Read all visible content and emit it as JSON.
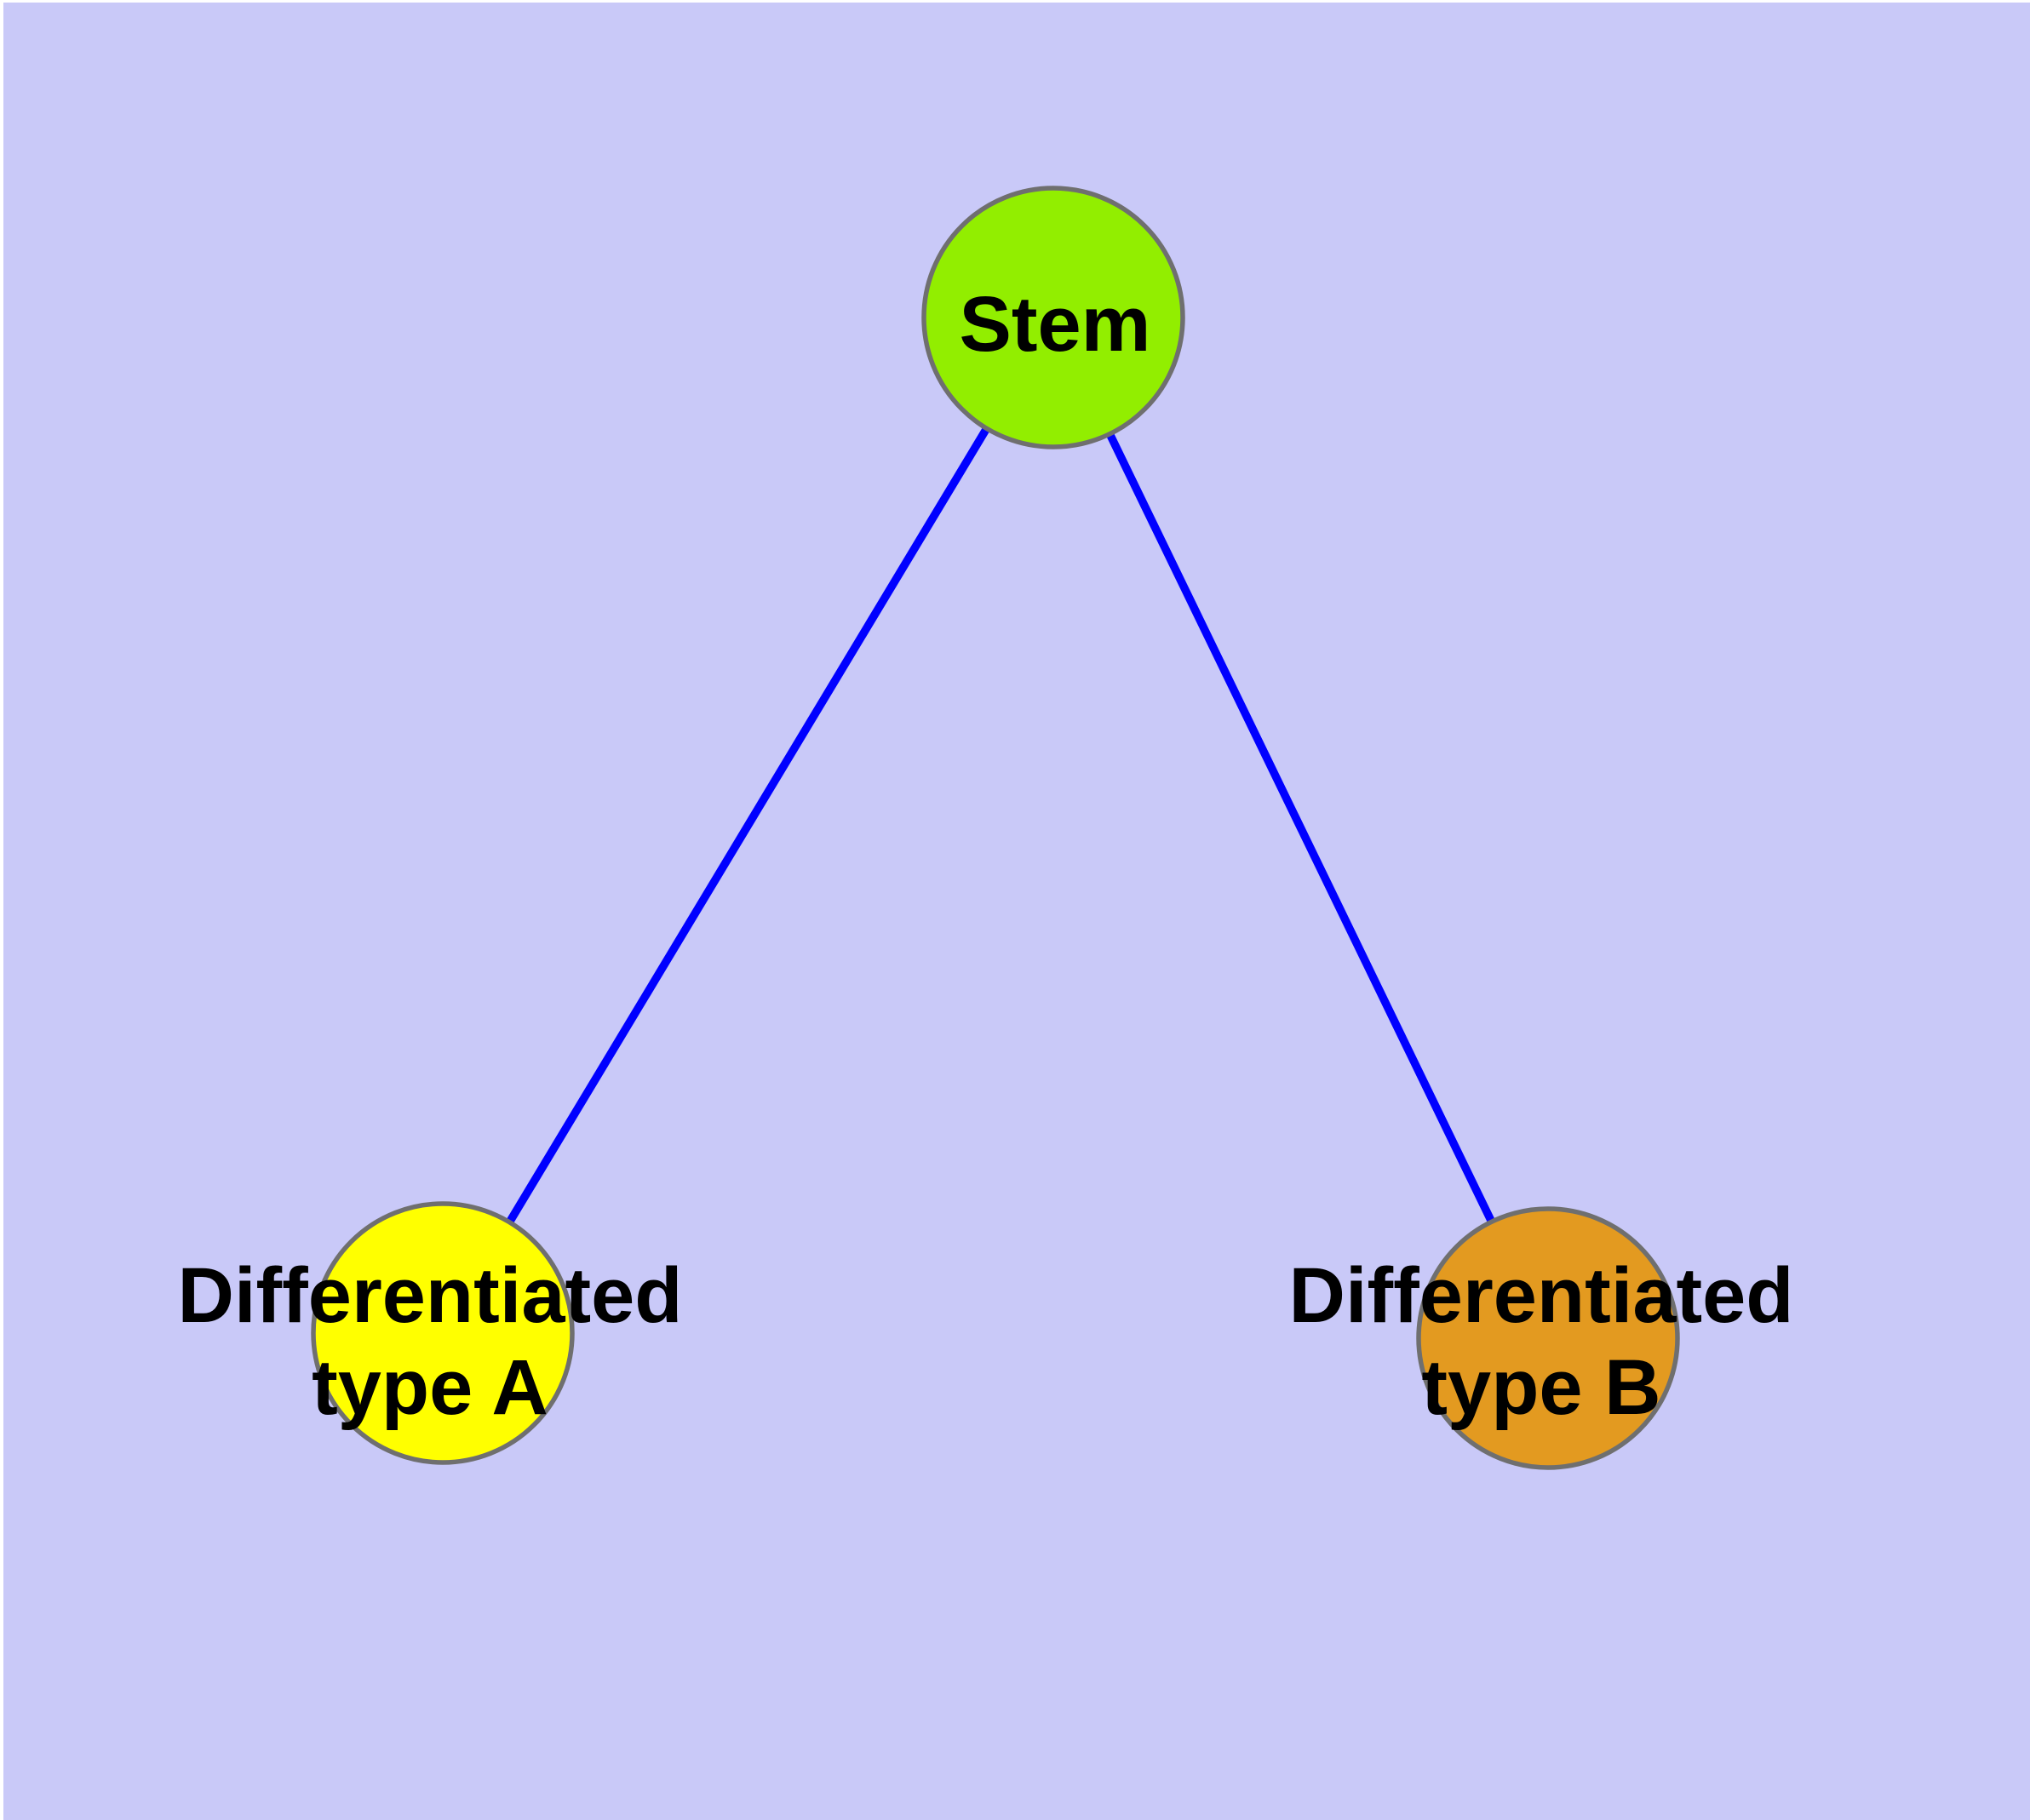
{
  "diagram": {
    "type": "node-link-graph",
    "background_color": "#C9C9F8",
    "page_margin_color": "#FFFFFF",
    "edge_color": "#0000FF",
    "node_border_color": "#6F6F6F",
    "label_color": "#000000",
    "nodes": [
      {
        "id": "stem",
        "label": "Stem",
        "fill_color": "#92EE00"
      },
      {
        "id": "differentiated-type-a",
        "label": "Differentiated type A",
        "label_lines": [
          "Differentiated",
          "type A"
        ],
        "fill_color": "#FFFF00"
      },
      {
        "id": "differentiated-type-b",
        "label": "Differentiated type B",
        "label_lines": [
          "Differentiated",
          "type B"
        ],
        "fill_color": "#E39A20"
      }
    ],
    "edges": [
      {
        "from": "stem",
        "to": "differentiated-type-a"
      },
      {
        "from": "stem",
        "to": "differentiated-type-b"
      }
    ]
  }
}
